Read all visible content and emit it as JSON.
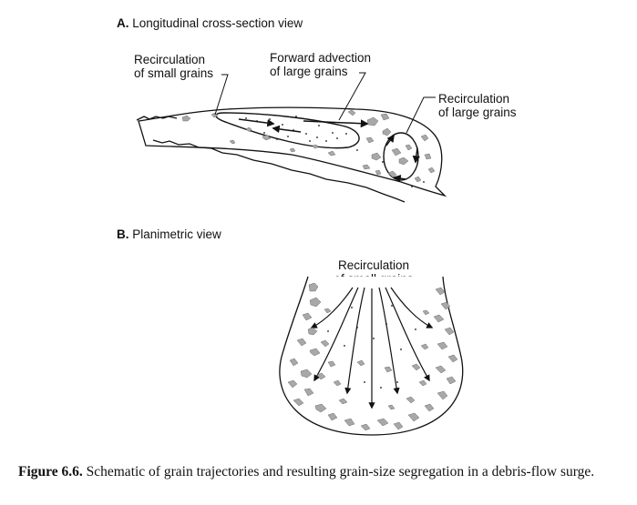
{
  "panel_a": {
    "letter": "A.",
    "title": "Longitudinal cross-section view",
    "label_small_line1": "Recirculation",
    "label_small_line2": "of small grains",
    "label_forward_line1": "Forward advection",
    "label_forward_line2": "of large grains",
    "label_large_line1": "Recirculation",
    "label_large_line2": "of large grains"
  },
  "panel_b": {
    "letter": "B.",
    "title": "Planimetric view",
    "label_line1": "Recirculation",
    "label_line2": "of small grains"
  },
  "caption": {
    "number": "Figure 6.6.",
    "text": "Schematic of grain trajectories and resulting grain-size segregation in a debris-flow surge."
  },
  "colors": {
    "grain_fill": "#a8a8a8",
    "ink": "#111111"
  }
}
